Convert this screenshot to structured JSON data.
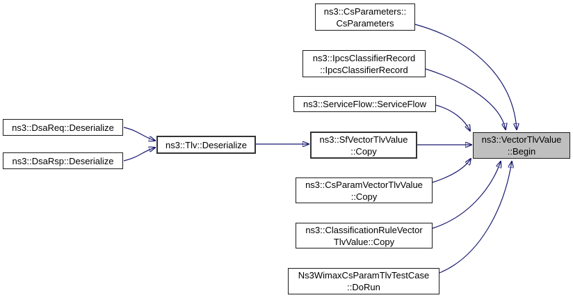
{
  "diagram_type": "doxygen-caller-graph",
  "colors": {
    "edge": "#191970",
    "node_border": "#1a1a1a",
    "node_fill": "#ffffff",
    "target_fill": "#bfbfbf"
  },
  "nodes": {
    "dsareq": {
      "line1": "ns3::DsaReq::Deserialize"
    },
    "dsarsp": {
      "line1": "ns3::DsaRsp::Deserialize"
    },
    "tlv": {
      "line1": "ns3::Tlv::Deserialize"
    },
    "csparameters": {
      "line1": "ns3::CsParameters::",
      "line2": "CsParameters"
    },
    "ipcs": {
      "line1": "ns3::IpcsClassifierRecord",
      "line2": "::IpcsClassifierRecord"
    },
    "serviceflow": {
      "line1": "ns3::ServiceFlow::ServiceFlow"
    },
    "sfvector": {
      "line1": "ns3::SfVectorTlvValue",
      "line2": "::Copy"
    },
    "csparamvector": {
      "line1": "ns3::CsParamVectorTlvValue",
      "line2": "::Copy"
    },
    "classrule": {
      "line1": "ns3::ClassificationRuleVector",
      "line2": "TlvValue::Copy"
    },
    "testcase": {
      "line1": "Ns3WimaxCsParamTlvTestCase",
      "line2": "::DoRun"
    },
    "target": {
      "line1": "ns3::VectorTlvValue",
      "line2": "::Begin"
    }
  },
  "edges": [
    {
      "from": "dsareq",
      "to": "tlv"
    },
    {
      "from": "dsarsp",
      "to": "tlv"
    },
    {
      "from": "tlv",
      "to": "sfvector"
    },
    {
      "from": "csparameters",
      "to": "target"
    },
    {
      "from": "ipcs",
      "to": "target"
    },
    {
      "from": "serviceflow",
      "to": "target"
    },
    {
      "from": "sfvector",
      "to": "target"
    },
    {
      "from": "csparamvector",
      "to": "target"
    },
    {
      "from": "classrule",
      "to": "target"
    },
    {
      "from": "testcase",
      "to": "target"
    }
  ]
}
